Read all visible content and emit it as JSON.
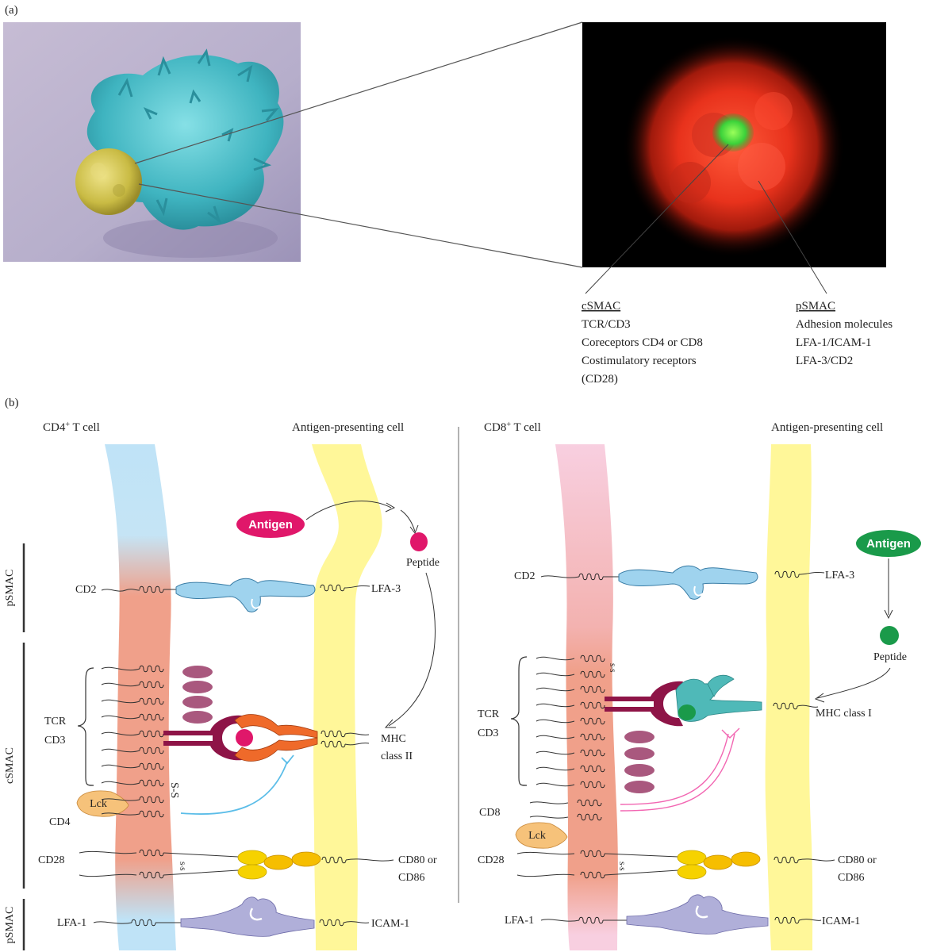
{
  "panel_a": {
    "label": "(a)",
    "csmac": {
      "title": "cSMAC",
      "lines": [
        "TCR/CD3",
        "Coreceptors CD4 or CD8",
        "Costimulatory receptors",
        "(CD28)"
      ]
    },
    "psmac": {
      "title": "pSMAC",
      "lines": [
        "Adhesion molecules",
        "LFA-1/ICAM-1",
        "LFA-3/CD2"
      ]
    }
  },
  "panel_b": {
    "label": "(b)",
    "side_labels": {
      "psmac_top": "pSMAC",
      "csmac": "cSMAC",
      "psmac_bottom": "pSMAC"
    },
    "left": {
      "tcell_title": "CD4",
      "tcell_sup": "+",
      "tcell_suffix": " T cell",
      "apc_title": "Antigen-presenting cell",
      "antigen": "Antigen",
      "peptide": "Peptide",
      "cd2": "CD2",
      "lfa3": "LFA-3",
      "tcr": "TCR",
      "cd3": "CD3",
      "mhc1": "MHC",
      "mhc2": "class II",
      "lck": "Lck",
      "cd4": "CD4",
      "cd28": "CD28",
      "cd80": "CD80 or",
      "cd86": "CD86",
      "lfa1": "LFA-1",
      "icam1": "ICAM-1"
    },
    "right": {
      "tcell_title": "CD8",
      "tcell_sup": "+",
      "tcell_suffix": " T cell",
      "apc_title": "Antigen-presenting cell",
      "antigen": "Antigen",
      "peptide": "Peptide",
      "cd2": "CD2",
      "lfa3": "LFA-3",
      "tcr": "TCR",
      "cd3": "CD3",
      "mhc": "MHC class I",
      "cd8": "CD8",
      "lck": "Lck",
      "cd28": "CD28",
      "cd80": "CD80 or",
      "cd86": "CD86",
      "lfa1": "LFA-1",
      "icam1": "ICAM-1"
    }
  },
  "colors": {
    "tcell_cd4": "#bfe3f7",
    "tcell_cd8": "#f8cfe0",
    "csmac_band": "#f0a08a",
    "apc": "#fff799",
    "antigen_left": "#e0176a",
    "antigen_right": "#1a9a4a",
    "cd2_lfa3": "#9fd3ee",
    "mhc2": "#ef6a2a",
    "mhc1": "#4fb9b8",
    "tcr": "#8e1447",
    "cd3": "#a9587e",
    "lck": "#f6c27a",
    "cd80": "#f6d200",
    "lfa1": "#b0afd9"
  }
}
